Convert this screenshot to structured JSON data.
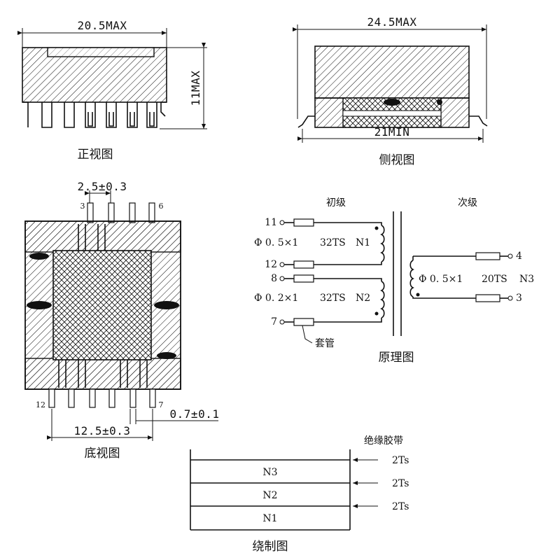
{
  "front": {
    "dim_width": "20.5MAX",
    "dim_height": "11MAX",
    "caption": "正视图"
  },
  "side": {
    "dim_width": "24.5MAX",
    "dim_min": "21MIN",
    "caption": "侧视图"
  },
  "bottom": {
    "dim_pitch": "2.5±0.3",
    "dim_span": "12.5±0.3",
    "dim_pin": "0.7±0.1",
    "pin_3": "3",
    "pin_6": "6",
    "pin_12": "12",
    "pin_7": "7",
    "caption": "底视图"
  },
  "schematic": {
    "primary_title": "初级",
    "secondary_title": "次级",
    "pin_11": "11",
    "pin_12": "12",
    "pin_8": "8",
    "pin_7": "7",
    "pin_4": "4",
    "pin_3": "3",
    "n1_spec": "Φ 0. 5×1",
    "n1_turns": "32TS",
    "n1_name": "N1",
    "n2_spec": "Φ 0. 2×1",
    "n2_turns": "32TS",
    "n2_name": "N2",
    "n3_spec": "Φ 0. 5×1",
    "n3_turns": "20TS",
    "n3_name": "N3",
    "sleeve": "套管",
    "caption": "原理图"
  },
  "winding": {
    "tape_label": "绝缘胶带",
    "layers": [
      "N3",
      "N2",
      "N1"
    ],
    "tapes": [
      "2Ts",
      "2Ts",
      "2Ts"
    ],
    "caption": "绕制图"
  }
}
